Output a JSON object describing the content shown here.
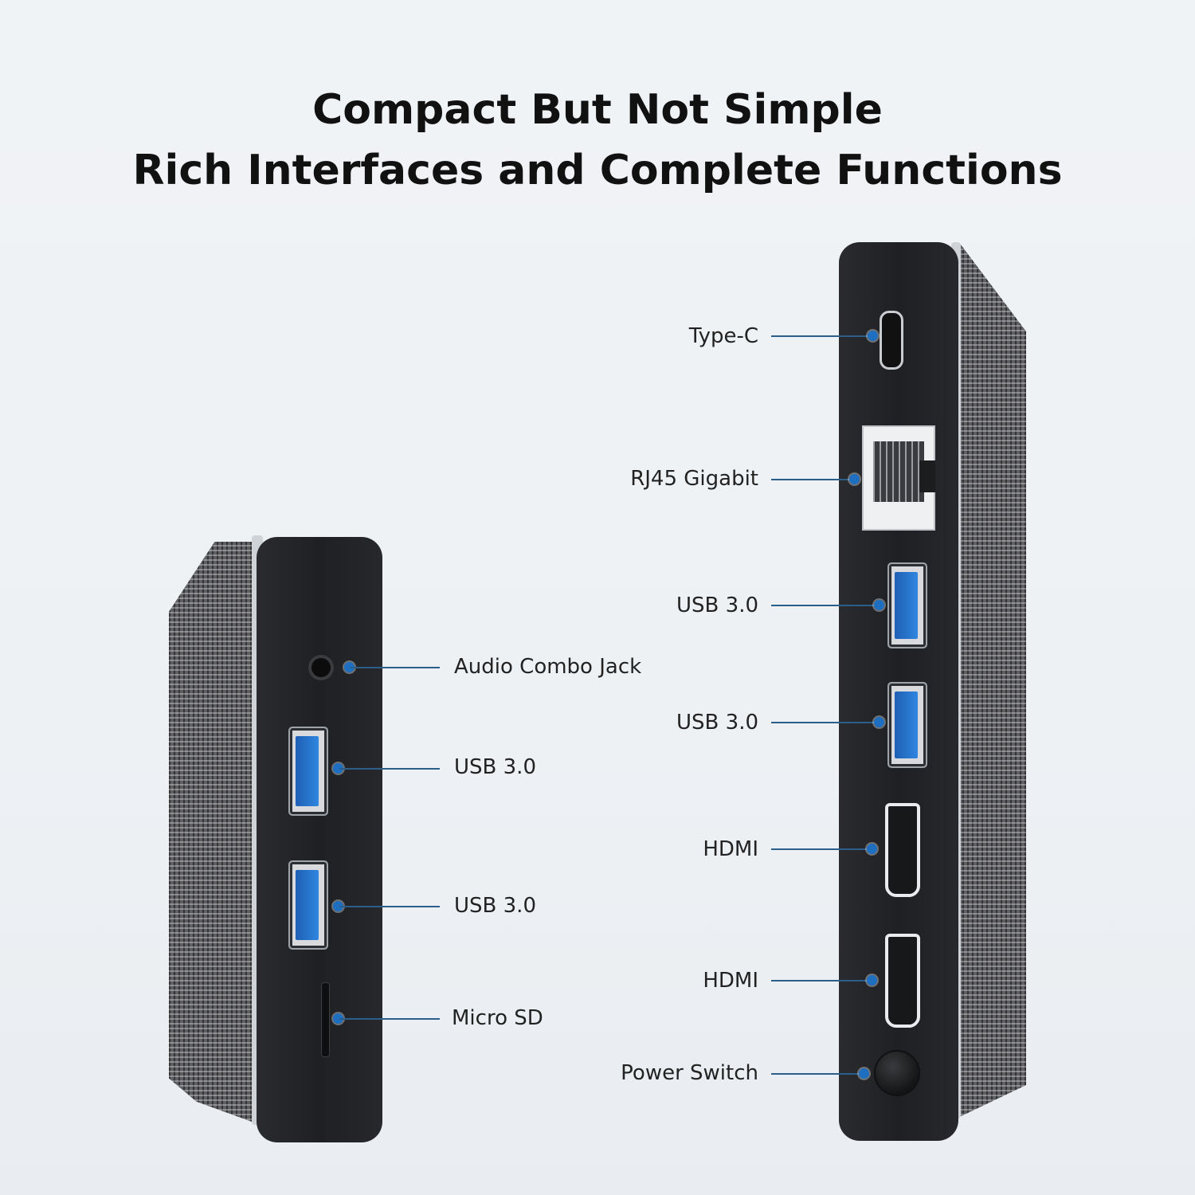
{
  "headline": {
    "line1": "Compact But Not Simple",
    "line2": "Rich Interfaces and Complete Functions"
  },
  "left_device": {
    "labels": [
      "Audio Combo Jack",
      "USB 3.0",
      "USB 3.0",
      "Micro SD"
    ]
  },
  "right_device": {
    "labels": [
      "Type-C",
      "RJ45 Gigabit",
      "USB 3.0",
      "USB 3.0",
      "HDMI",
      "HDMI",
      "Power Switch"
    ]
  },
  "colors": {
    "accent_dot": "#1f6fc0",
    "leader_line": "#2a5f8c",
    "usb_blue": "#2f86e0"
  }
}
